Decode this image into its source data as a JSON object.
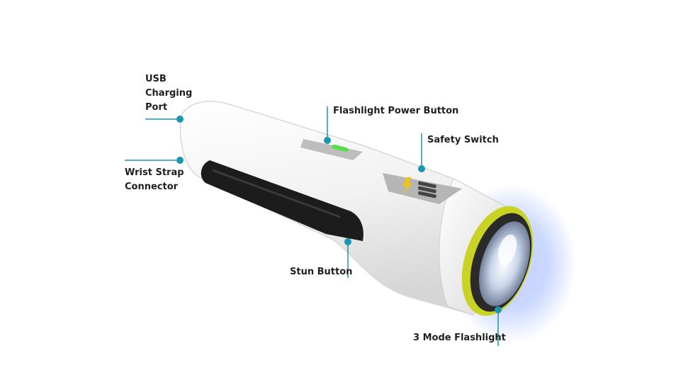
{
  "colors": {
    "accent": "#1b96b0",
    "body": "#f4f4f4",
    "grip": "#1c1c1c",
    "ring": "#c9d324",
    "glow": "#9fb7ff",
    "indicator": "#5ddc4a",
    "bolt": "#f2c40f"
  },
  "labels": {
    "usb_port": [
      "USB",
      "Charging",
      "Port"
    ],
    "wrist_strap": [
      "Wrist Strap",
      "Connector"
    ],
    "power_button": "Flashlight Power Button",
    "safety_switch": "Safety Switch",
    "stun_button": "Stun Button",
    "flashlight": "3 Mode Flashlight"
  },
  "icons": {
    "indicator": "power-indicator-light-icon",
    "bolt": "lightning-bolt-icon"
  }
}
